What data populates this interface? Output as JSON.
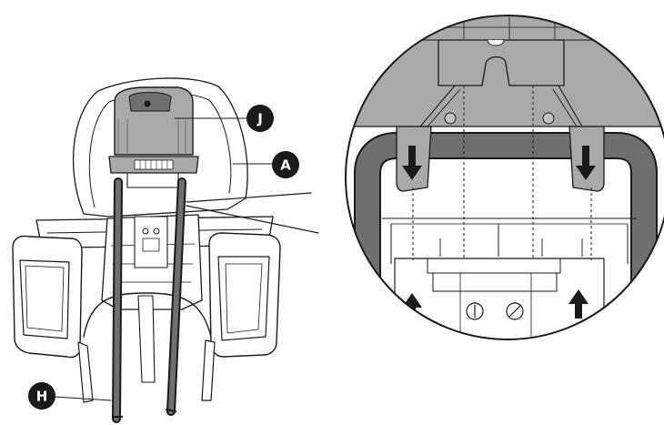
{
  "figure": {
    "callouts": [
      {
        "id": "J",
        "label": "J"
      },
      {
        "id": "A",
        "label": "A"
      },
      {
        "id": "H",
        "label": "H"
      }
    ],
    "colors": {
      "line": "#1a1a1a",
      "part_gray": "#a9a9a9",
      "dark_gray": "#6f6f6f",
      "light_gray": "#d6d6d6",
      "callout_fill": "#1a1a1a",
      "background": "#ffffff"
    },
    "detail_view": {
      "arrows": [
        {
          "name": "down-arrow-left",
          "direction": "down"
        },
        {
          "name": "down-arrow-right",
          "direction": "down"
        },
        {
          "name": "up-arrow-left",
          "direction": "up"
        },
        {
          "name": "up-arrow-right",
          "direction": "up"
        }
      ]
    }
  }
}
